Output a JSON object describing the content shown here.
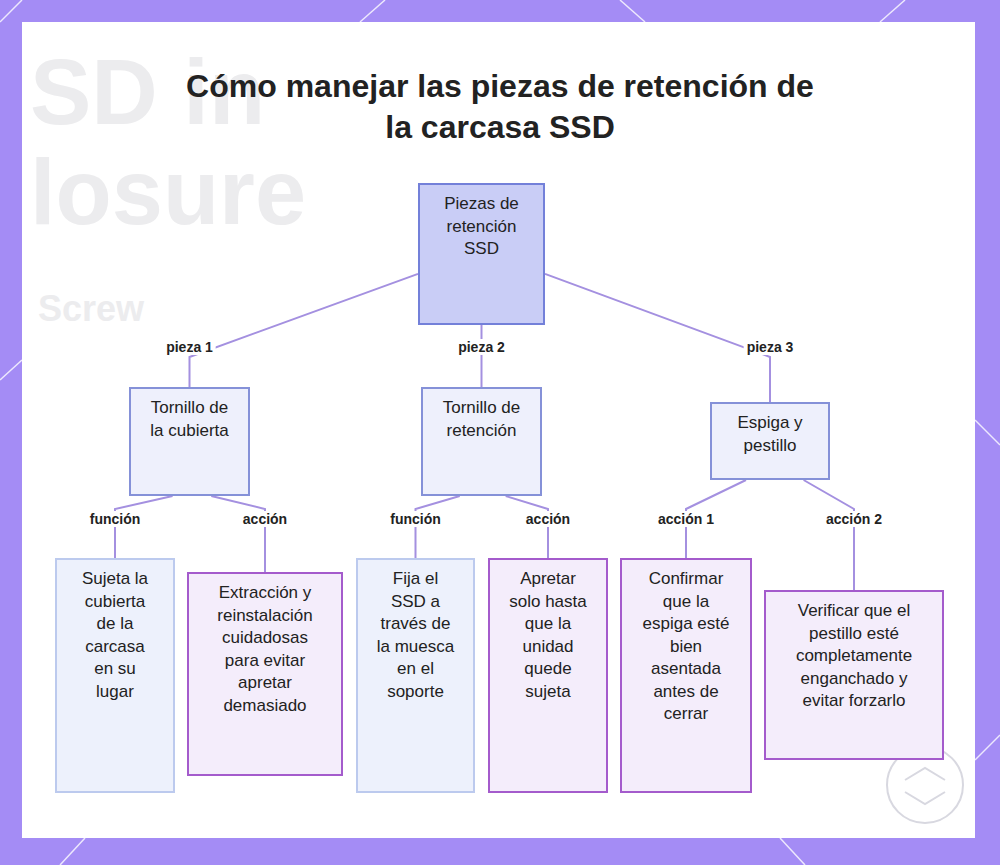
{
  "diagram": {
    "title": "Cómo manejar las piezas de retención de la carcasa SSD",
    "nodes": [
      {
        "text": [
          "Piezas de retención SSD"
        ]
      },
      {
        "text": [
          "Tornillo de la cubierta"
        ]
      },
      {
        "text": [
          "Tornillo de retención"
        ]
      },
      {
        "text": [
          "Espiga y pestillo"
        ]
      },
      {
        "text": [
          "Sujeta la cubierta de la carcasa en su lugar"
        ]
      },
      {
        "text": [
          "Extracción y reinstalación cuidadosas para evitar apretar demasiado"
        ]
      },
      {
        "text": [
          "Fija el SSD a través de la muesca en el soporte"
        ]
      },
      {
        "text": [
          "Apretar solo hasta que la unidad quede sujeta"
        ]
      },
      {
        "text": [
          "Confirmar que la espiga esté bien asentada antes de cerrar"
        ]
      },
      {
        "text": [
          "Verificar que el pestillo esté completamente enganchado y evitar forzarlo"
        ]
      }
    ],
    "edges": [
      {
        "from": 0,
        "to": 1,
        "label": "pieza 1",
        "arrow": "none"
      },
      {
        "from": 0,
        "to": 2,
        "label": "pieza 2",
        "arrow": "none"
      },
      {
        "from": 0,
        "to": 3,
        "label": "pieza 3",
        "arrow": "none"
      },
      {
        "from": 1,
        "to": 4,
        "label": "función",
        "arrow": "none"
      },
      {
        "from": 1,
        "to": 5,
        "label": "acción",
        "arrow": "none"
      },
      {
        "from": 2,
        "to": 6,
        "label": "función",
        "arrow": "none"
      },
      {
        "from": 2,
        "to": 7,
        "label": "acción",
        "arrow": "none"
      },
      {
        "from": 3,
        "to": 8,
        "label": "acción 1",
        "arrow": "none"
      },
      {
        "from": 3,
        "to": 9,
        "label": "acción 2",
        "arrow": "none"
      }
    ],
    "labels": [
      "SD in",
      "losure",
      "Screw"
    ]
  }
}
